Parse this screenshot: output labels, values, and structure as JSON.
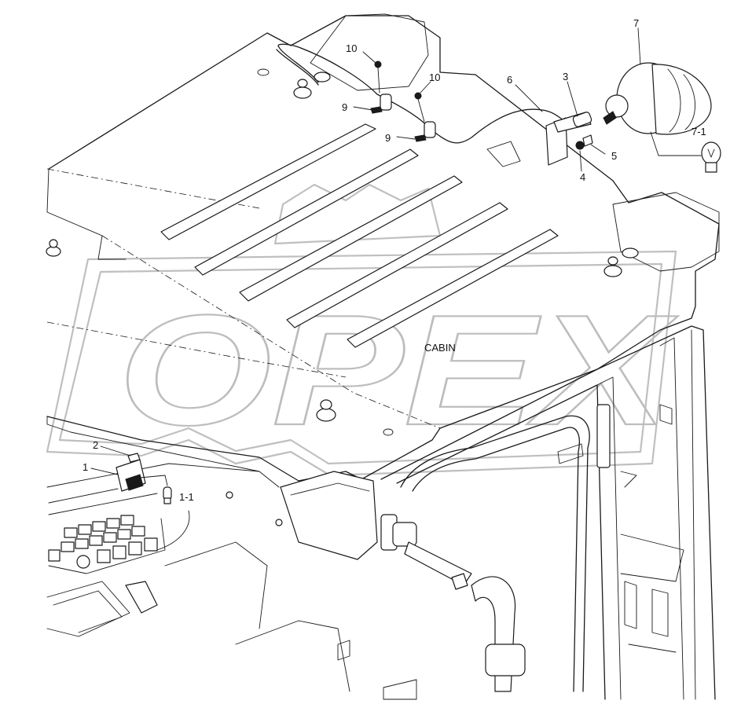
{
  "watermark": {
    "text": "OPEX"
  },
  "diagram": {
    "area_label": "CABIN",
    "callouts": [
      {
        "id": "c-7",
        "text": "7"
      },
      {
        "id": "c-7-1",
        "text": "7-1"
      },
      {
        "id": "c-3",
        "text": "3"
      },
      {
        "id": "c-6",
        "text": "6"
      },
      {
        "id": "c-5",
        "text": "5"
      },
      {
        "id": "c-4",
        "text": "4"
      },
      {
        "id": "c-10a",
        "text": "10"
      },
      {
        "id": "c-10b",
        "text": "10"
      },
      {
        "id": "c-9a",
        "text": "9"
      },
      {
        "id": "c-9b",
        "text": "9"
      },
      {
        "id": "c-2",
        "text": "2"
      },
      {
        "id": "c-1",
        "text": "1"
      },
      {
        "id": "c-1-1",
        "text": "1-1"
      }
    ]
  }
}
